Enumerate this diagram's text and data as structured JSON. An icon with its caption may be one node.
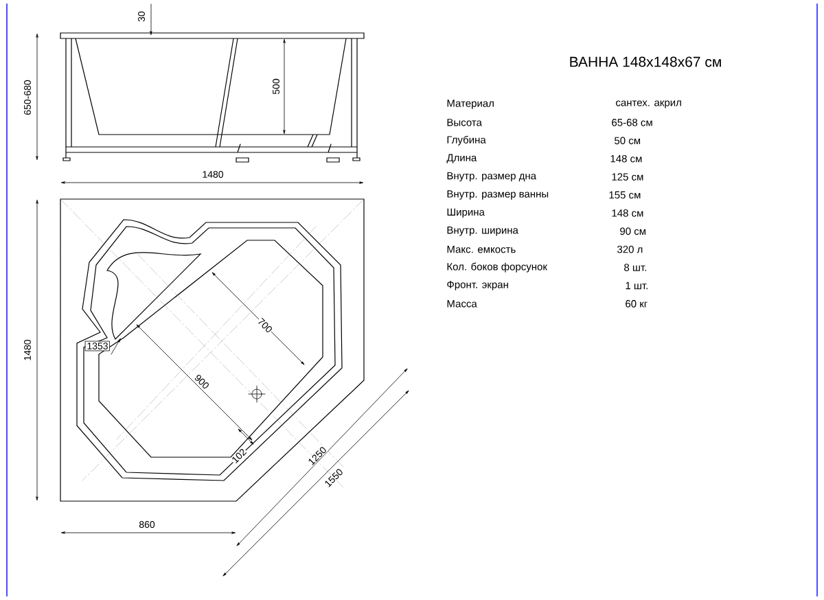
{
  "diagram": {
    "title": "ВАННА 148x148x67 см",
    "labels": [
      "30",
      "650-680",
      "500",
      "1480",
      "1480",
      "700",
      "1353",
      "900",
      "102",
      "1250",
      "1550",
      "860",
      "Материал",
      "сантех. акрил",
      "Высота",
      "65-68 см",
      "Глубина",
      "50 см",
      "Длина",
      "148 см",
      "Внутр. размер дна",
      "125 см",
      "Внутр. размер ванны",
      "155 см",
      "Ширина",
      "148 см",
      "Внутр. ширина",
      "90 см",
      "Макс. емкость",
      "320 л",
      "Кол. боков форсунок",
      "8 шт.",
      "Фронт. экран",
      "1 шт.",
      "Масса",
      "60 кг"
    ]
  }
}
